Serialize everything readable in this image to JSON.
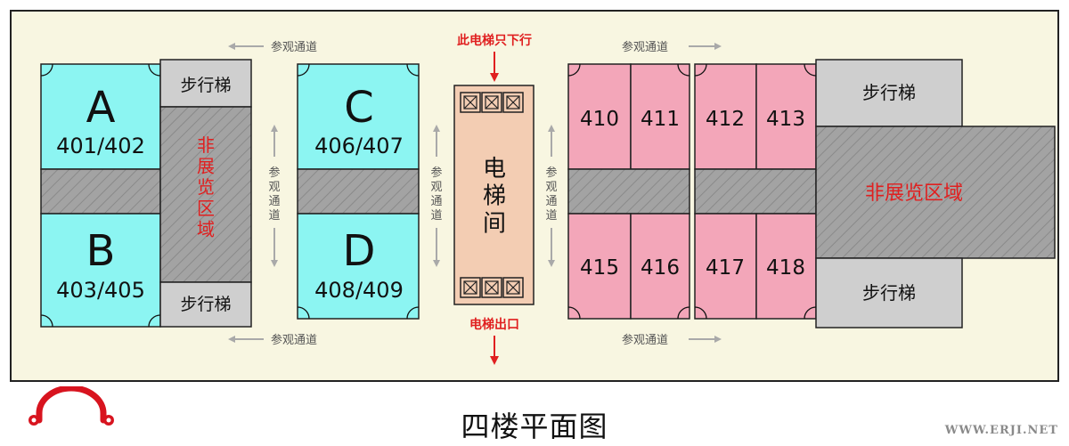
{
  "page_title": "四楼平面图",
  "watermark": "WWW.ERJI.NET",
  "corridor_label": "参观通道",
  "non_exhibit_label": "非展览区域",
  "stairs_label": "步行梯",
  "elevator": {
    "room_label": "电梯间",
    "down_only_label": "此电梯只下行",
    "exit_label": "电梯出口"
  },
  "booths": [
    {
      "letter": "A",
      "number": "401/402",
      "color": "#8cf5f2"
    },
    {
      "letter": "B",
      "number": "403/405",
      "color": "#8cf5f2"
    },
    {
      "letter": "C",
      "number": "406/407",
      "color": "#8cf5f2"
    },
    {
      "letter": "D",
      "number": "408/409",
      "color": "#8cf5f2"
    }
  ],
  "rooms": [
    "410",
    "411",
    "412",
    "413",
    "415",
    "416",
    "417",
    "418"
  ],
  "colors": {
    "frame_bg": "#f8f6e1",
    "booth_cyan": "#8cf5f2",
    "room_pink": "#f3a6b9",
    "stairs_gray": "#cfcfcf",
    "hatched_gray": "#a3a3a3",
    "elevator_room": "#f3cdb3",
    "label_red": "#e02020",
    "arrow_gray": "#a9a9a9",
    "logo_red": "#d8141f"
  },
  "icons": [
    "elevator-car-icon",
    "door-swing-icon",
    "double-arrow-icon",
    "headphone-logo-icon"
  ]
}
